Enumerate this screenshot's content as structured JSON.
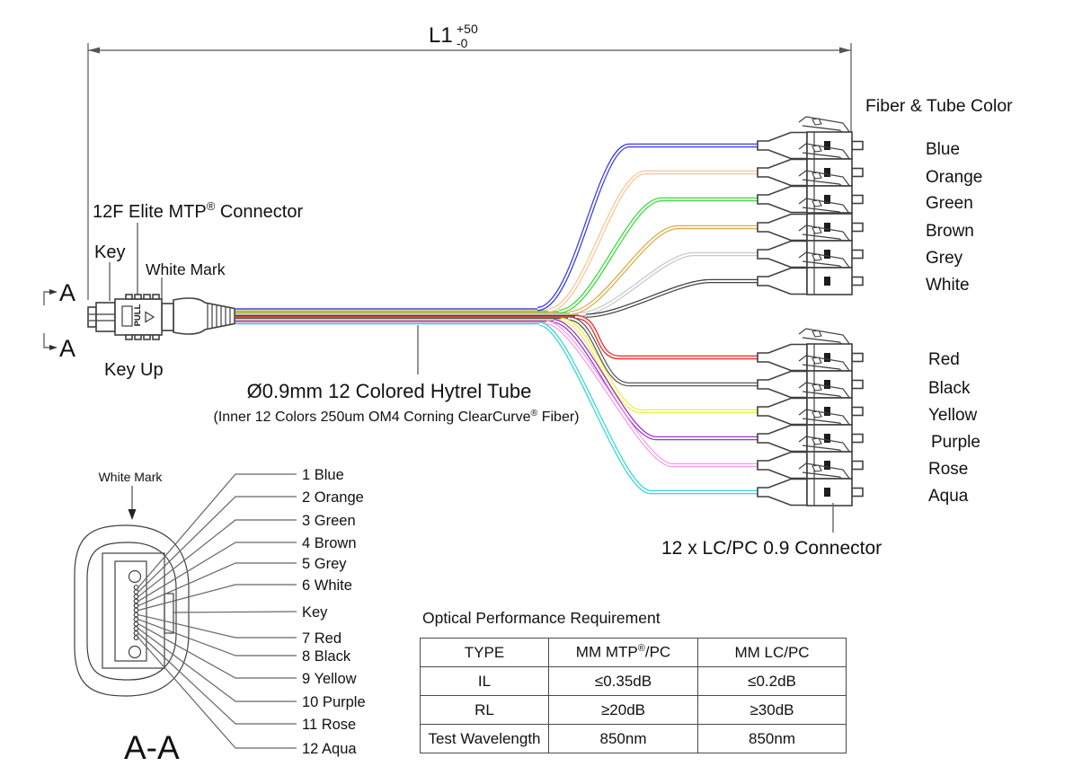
{
  "dimension": {
    "label": "L1",
    "tol_plus": "+50",
    "tol_minus": "-0"
  },
  "mtp": {
    "connector_label_pre": "12F Elite MTP",
    "connector_label_reg": "®",
    "connector_label_post": " Connector",
    "key_label": "Key",
    "white_mark_label": "White Mark",
    "key_up_label": "Key Up",
    "pull_label": "PULL",
    "section_marker_top": "A",
    "section_marker_bottom": "A"
  },
  "tube": {
    "title": "Ø0.9mm 12 Colored Hytrel Tube",
    "subtitle_pre": "(Inner 12 Colors 250um OM4 Corning ClearCurve",
    "subtitle_reg": "®",
    "subtitle_post": " Fiber)"
  },
  "fanout": {
    "heading": "Fiber & Tube Color",
    "lc_label": "12 x LC/PC 0.9 Connector"
  },
  "fibers": [
    {
      "num": "1",
      "name": "Blue",
      "draw_hex": "#3a3ae0"
    },
    {
      "num": "2",
      "name": "Orange",
      "draw_hex": "#f7c695"
    },
    {
      "num": "3",
      "name": "Green",
      "draw_hex": "#3bd83b"
    },
    {
      "num": "4",
      "name": "Brown",
      "draw_hex": "#ddaa44"
    },
    {
      "num": "5",
      "name": "Grey",
      "draw_hex": "#c9c9c9"
    },
    {
      "num": "6",
      "name": "White",
      "draw_hex": "#3f3f3f"
    },
    {
      "num": "7",
      "name": "Red",
      "draw_hex": "#ee2222"
    },
    {
      "num": "8",
      "name": "Black",
      "draw_hex": "#585858"
    },
    {
      "num": "9",
      "name": "Yellow",
      "draw_hex": "#ecec4a"
    },
    {
      "num": "10",
      "name": "Purple",
      "draw_hex": "#9933cc"
    },
    {
      "num": "11",
      "name": "Rose",
      "draw_hex": "#f59ae8"
    },
    {
      "num": "12",
      "name": "Aqua",
      "draw_hex": "#35d6d6"
    }
  ],
  "aa_section": {
    "white_mark_label": "White Mark",
    "labels": [
      "1 Blue",
      "2 Orange",
      "3 Green",
      "4 Brown",
      "5 Grey",
      "6 White",
      "Key",
      "7 Red",
      "8 Black",
      "9 Yellow",
      "10 Purple",
      "11 Rose",
      "12 Aqua"
    ],
    "title": "A-A"
  },
  "table": {
    "title": "Optical Performance Requirement",
    "headers": {
      "type": "TYPE",
      "mtp_pre": "MM MTP",
      "mtp_reg": "®",
      "mtp_post": "/PC",
      "lc": "MM LC/PC"
    },
    "rows": [
      {
        "type": "IL",
        "mtp": "≤0.35dB",
        "lc": "≤0.2dB"
      },
      {
        "type": "RL",
        "mtp": "≥20dB",
        "lc": "≥30dB"
      },
      {
        "type": "Test Wavelength",
        "mtp": "850nm",
        "lc": "850nm"
      }
    ]
  }
}
